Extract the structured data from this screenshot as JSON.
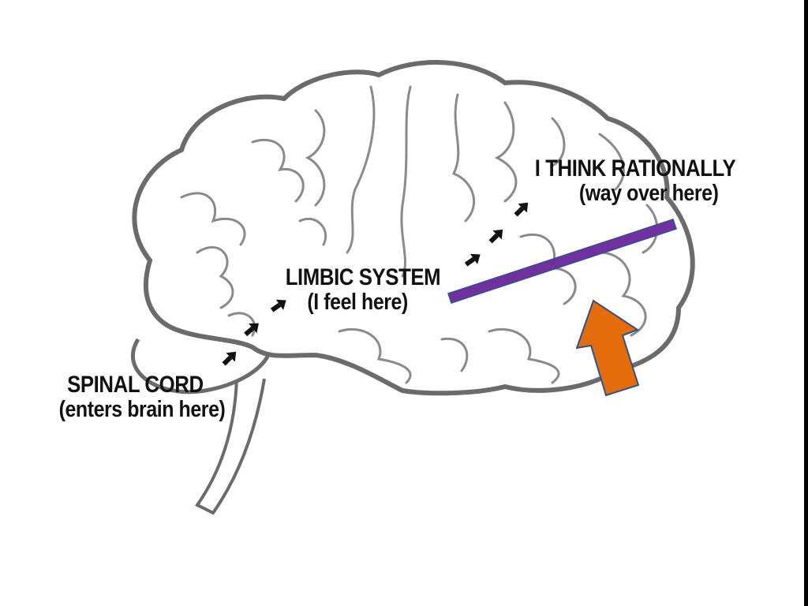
{
  "diagram": {
    "subject": "brain-side-view",
    "labels": {
      "spinal_cord": {
        "title": "SPINAL CORD",
        "subtitle": "(enters brain here)"
      },
      "limbic_system": {
        "title": "LIMBIC SYSTEM",
        "subtitle": "(I feel here)"
      },
      "rational": {
        "title": "I THINK RATIONALLY",
        "subtitle": "(way over here)"
      }
    },
    "flow_arrows": {
      "count_spinal_to_limbic": 3,
      "count_limbic_to_rational": 3
    },
    "annotations": {
      "purple_line": {
        "color": "#7030A0",
        "meaning": "separator-line"
      },
      "orange_arrow": {
        "color": "#E46C0A",
        "outline": "#2F528F",
        "direction": "up"
      }
    },
    "colors": {
      "brain_outline": "#6b6b6b",
      "text": "#111111",
      "background": "#ffffff"
    }
  }
}
